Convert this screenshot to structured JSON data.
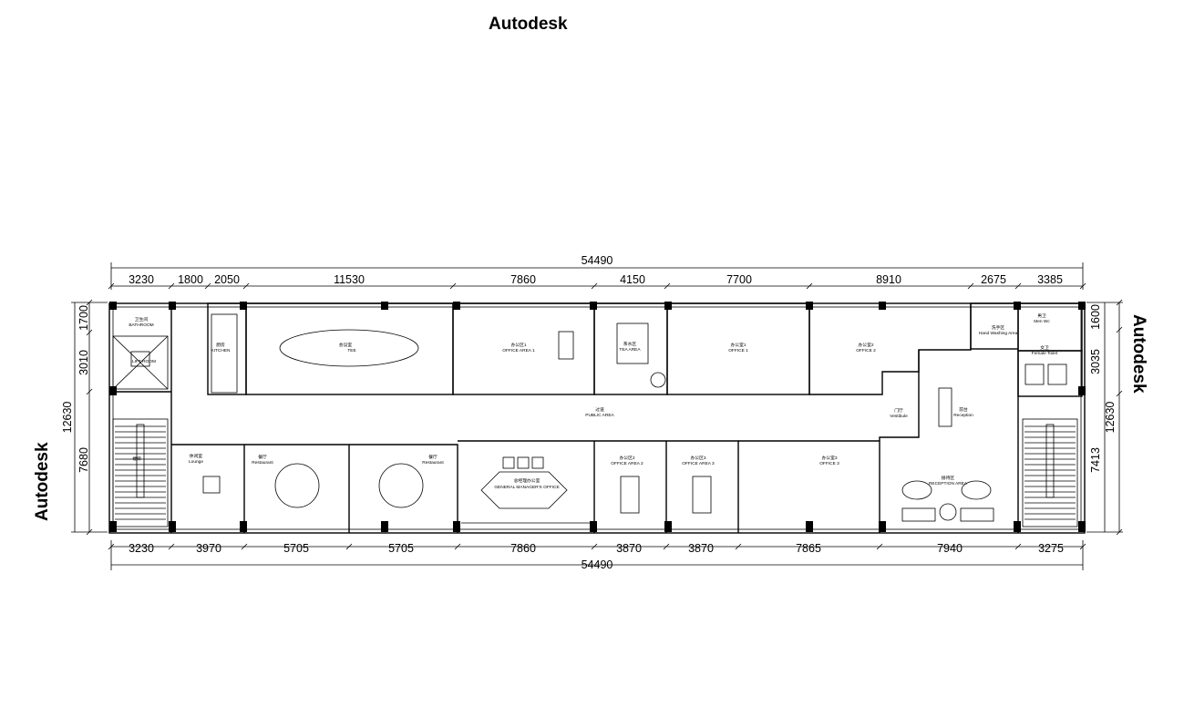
{
  "watermarks": {
    "top": "Autodesk",
    "left": "Autodesk",
    "right": "Autodesk"
  },
  "dimensions": {
    "top_total": "54490",
    "top_segments": [
      "3230",
      "1800",
      "2050",
      "11530",
      "7860",
      "4150",
      "7700",
      "8910",
      "2675",
      "3385"
    ],
    "bottom_total": "54490",
    "bottom_segments": [
      "3230",
      "3970",
      "5705",
      "5705",
      "7860",
      "3870",
      "3870",
      "7865",
      "7940",
      "3275"
    ],
    "left_total": "12630",
    "left_segments": [
      "1700",
      "3010",
      "7680"
    ],
    "right_total": "12630",
    "right_segments": [
      "1600",
      "3035",
      "7413"
    ]
  },
  "rooms": {
    "bathroom": [
      "卫生间",
      "BATHROOM"
    ],
    "lift": [
      "LIFT ROOM"
    ],
    "kitchen": [
      "厨房",
      "KITCHEN"
    ],
    "meeting": [
      "会议室",
      "TEE"
    ],
    "office_area_1": [
      "办公区1",
      "OFFICE AREA 1"
    ],
    "tea_area": [
      "茶水区",
      "TEA AREA"
    ],
    "office_1": [
      "办公室1",
      "OFFICE 1"
    ],
    "office_2": [
      "办公室2",
      "OFFICE 2"
    ],
    "hand_washing": [
      "洗手区",
      "Hand Washing Area"
    ],
    "men_wc": [
      "男卫",
      "Men Wc"
    ],
    "female_toilet": [
      "女卫",
      "Female Toilet"
    ],
    "public_area": [
      "过道",
      "PUBLIC AREA"
    ],
    "vestibule": [
      "门厅",
      "Vestibule"
    ],
    "reception": [
      "前台",
      "Reception"
    ],
    "stair": [
      "楼梯"
    ],
    "lounge": [
      "休闲室",
      "Lounge"
    ],
    "restaurant_1": [
      "餐厅",
      "Restaurant"
    ],
    "restaurant_2": [
      "餐厅",
      "Restaurant"
    ],
    "gm_office": [
      "总经理办公室",
      "GENERAL MANAGER'S OFFICE"
    ],
    "office_area_2": [
      "办公区2",
      "OFFICE AREA 2"
    ],
    "office_area_3": [
      "办公区3",
      "OFFICE AREA 3"
    ],
    "office_3": [
      "办公室3",
      "OFFICE 3"
    ],
    "reception_area": [
      "接待区",
      "RECEPTION AREA"
    ]
  }
}
